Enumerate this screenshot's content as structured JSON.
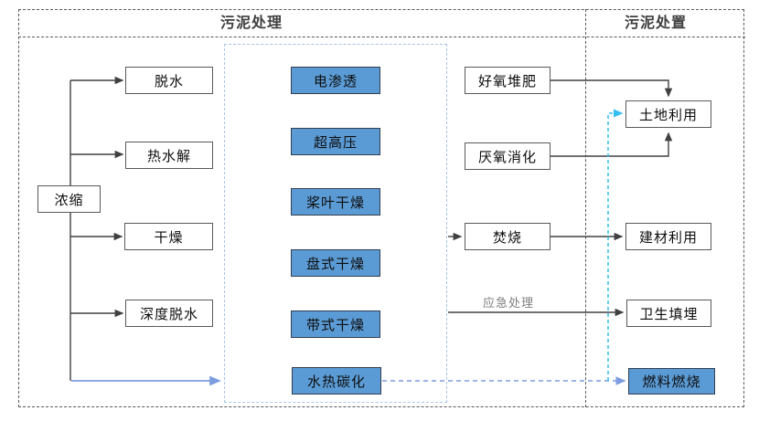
{
  "titles": {
    "treatment": "污泥处理",
    "disposal": "污泥处置"
  },
  "nodes": {
    "concentrate": {
      "label": "浓缩"
    },
    "pretreatment": [
      {
        "label": "脱水"
      },
      {
        "label": "热水解"
      },
      {
        "label": "干燥"
      },
      {
        "label": "深度脱水"
      }
    ],
    "methods": [
      {
        "label": "电渗透"
      },
      {
        "label": "超高压"
      },
      {
        "label": "桨叶干燥"
      },
      {
        "label": "盘式干燥"
      },
      {
        "label": "带式干燥"
      },
      {
        "label": "水热碳化"
      }
    ],
    "processing": [
      {
        "label": "好氧堆肥"
      },
      {
        "label": "厌氧消化"
      },
      {
        "label": "焚烧"
      }
    ],
    "disposal": [
      {
        "label": "土地利用"
      },
      {
        "label": "建材利用"
      },
      {
        "label": "卫生填埋"
      },
      {
        "label": "燃料燃烧"
      }
    ]
  },
  "annotations": {
    "emergency": "应急处理"
  },
  "colors": {
    "method_fill": "#5B9BD5",
    "arrow_blue": "#7C9BE0",
    "arrow_cyan": "#33BEF0",
    "line_dark": "#404040",
    "panel_border": "#A6C3E8"
  }
}
